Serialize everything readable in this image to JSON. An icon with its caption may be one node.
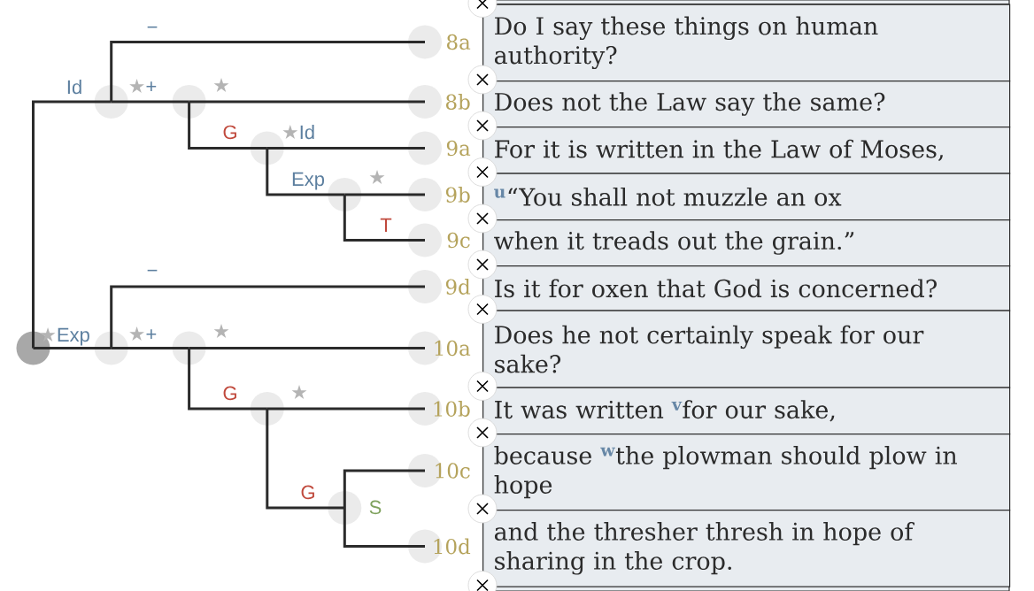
{
  "diagram": {
    "nodes": [
      {
        "text": [],
        "shape": "circle"
      },
      {
        "text": [],
        "shape": "circle"
      },
      {
        "text": [],
        "shape": "circle",
        "beside": [
          "8a"
        ]
      },
      {
        "text": [],
        "shape": "circle"
      },
      {
        "text": [],
        "shape": "circle",
        "beside": [
          "8b"
        ]
      },
      {
        "text": [],
        "shape": "circle"
      },
      {
        "text": [],
        "shape": "circle",
        "beside": [
          "9a"
        ]
      },
      {
        "text": [],
        "shape": "circle"
      },
      {
        "text": [],
        "shape": "circle",
        "beside": [
          "9b"
        ]
      },
      {
        "text": [],
        "shape": "circle",
        "beside": [
          "9c"
        ]
      },
      {
        "text": [],
        "shape": "circle"
      },
      {
        "text": [],
        "shape": "circle",
        "beside": [
          "9d"
        ]
      },
      {
        "text": [],
        "shape": "circle"
      },
      {
        "text": [],
        "shape": "circle",
        "beside": [
          "10a"
        ]
      },
      {
        "text": [],
        "shape": "circle"
      },
      {
        "text": [],
        "shape": "circle",
        "beside": [
          "10b"
        ]
      },
      {
        "text": [],
        "shape": "circle",
        "beside": [
          "S"
        ]
      },
      {
        "text": [],
        "shape": "circle",
        "beside": [
          "10c"
        ]
      },
      {
        "text": [],
        "shape": "circle",
        "beside": [
          "10d"
        ]
      },
      {
        "text": [
          "Do I say these things on human authority?"
        ]
      },
      {
        "text": [
          "Does not the Law say the same?"
        ]
      },
      {
        "text": [
          "For it is written in the Law of Moses,"
        ]
      },
      {
        "text": [
          "$^{u}$“You shall not muzzle an ox"
        ]
      },
      {
        "text": [
          "when it treads out the grain.”"
        ]
      },
      {
        "text": [
          "Is it for oxen that God is concerned?"
        ]
      },
      {
        "text": [
          "Does he not certainly speak for our sake?"
        ]
      },
      {
        "text": [
          "It was written $^{v}$for our sake,"
        ]
      },
      {
        "text": [
          "because $^{w}$the plowman should plow in hope"
        ]
      },
      {
        "text": [
          "and the thresher thresh in hope of sharing in the crop."
        ]
      }
    ],
    "edges": [
      {
        "from": 0,
        "to": 1,
        "arrow": "none",
        "label": "Id"
      },
      {
        "from": 0,
        "to": 10,
        "arrow": "none",
        "label": "★Exp"
      },
      {
        "from": 1,
        "to": 2,
        "arrow": "none",
        "label": "−"
      },
      {
        "from": 1,
        "to": 3,
        "arrow": "none",
        "label": "★+"
      },
      {
        "from": 3,
        "to": 4,
        "arrow": "none",
        "label": "★"
      },
      {
        "from": 3,
        "to": 5,
        "arrow": "none",
        "label": "G"
      },
      {
        "from": 5,
        "to": 6,
        "arrow": "none",
        "label": "★Id"
      },
      {
        "from": 5,
        "to": 7,
        "arrow": "none",
        "label": "Exp"
      },
      {
        "from": 7,
        "to": 8,
        "arrow": "none",
        "label": "★"
      },
      {
        "from": 7,
        "to": 9,
        "arrow": "none",
        "label": "T"
      },
      {
        "from": 10,
        "to": 11,
        "arrow": "none",
        "label": "−"
      },
      {
        "from": 10,
        "to": 12,
        "arrow": "none",
        "label": "★+"
      },
      {
        "from": 12,
        "to": 13,
        "arrow": "none",
        "label": "★"
      },
      {
        "from": 12,
        "to": 14,
        "arrow": "none",
        "label": "G"
      },
      {
        "from": 14,
        "to": 15,
        "arrow": "none",
        "label": "★"
      },
      {
        "from": 14,
        "to": 16,
        "arrow": "none",
        "label": "G"
      },
      {
        "from": 16,
        "to": 17,
        "arrow": "none"
      },
      {
        "from": 16,
        "to": 18,
        "arrow": "none"
      }
    ]
  }
}
